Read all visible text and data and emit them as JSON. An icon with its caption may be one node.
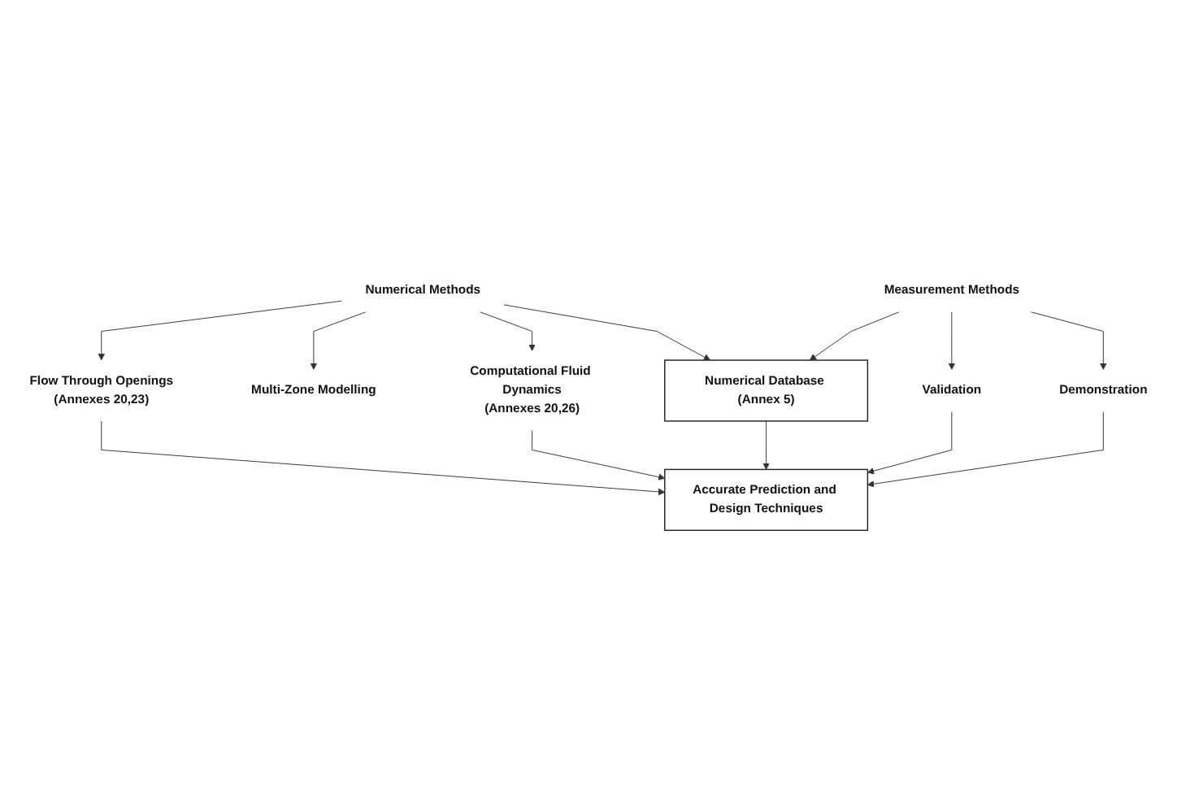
{
  "diagram": {
    "nodes": [
      {
        "text": [
          "Numerical Methods"
        ]
      },
      {
        "text": [
          "Flow Through Openings",
          "(Annexes 20,23)"
        ]
      },
      {
        "text": [
          "Multi-Zone Modelling"
        ]
      },
      {
        "text": [
          "Computational Fluid Dynamics",
          "(Annexes 20,26)"
        ]
      },
      {
        "text": [
          "Accurate Prediction and Design Techniques"
        ]
      },
      {
        "text": [
          "Numerical Database (Annex 5)"
        ]
      },
      {
        "text": [
          "Validation"
        ]
      },
      {
        "text": [
          "Demonstration"
        ]
      },
      {
        "text": [
          "Measurement Methods"
        ]
      }
    ],
    "edges": [
      {
        "from": 0,
        "to": 1,
        "arrow": "to"
      },
      {
        "from": 0,
        "to": 2,
        "arrow": "to"
      },
      {
        "from": 0,
        "to": 3,
        "arrow": "to"
      },
      {
        "from": 0,
        "to": 5,
        "arrow": "to"
      },
      {
        "from": 1,
        "to": 4,
        "arrow": "to"
      },
      {
        "from": 3,
        "to": 4,
        "arrow": "to"
      },
      {
        "from": 5,
        "to": 4,
        "arrow": "to"
      },
      {
        "from": 6,
        "to": 4,
        "arrow": "to"
      },
      {
        "from": 7,
        "to": 4,
        "arrow": "to"
      },
      {
        "from": 8,
        "to": 6,
        "arrow": "to"
      },
      {
        "from": 8,
        "to": 7,
        "arrow": "to"
      },
      {
        "from": 8,
        "to": 5,
        "arrow": "to"
      }
    ]
  }
}
